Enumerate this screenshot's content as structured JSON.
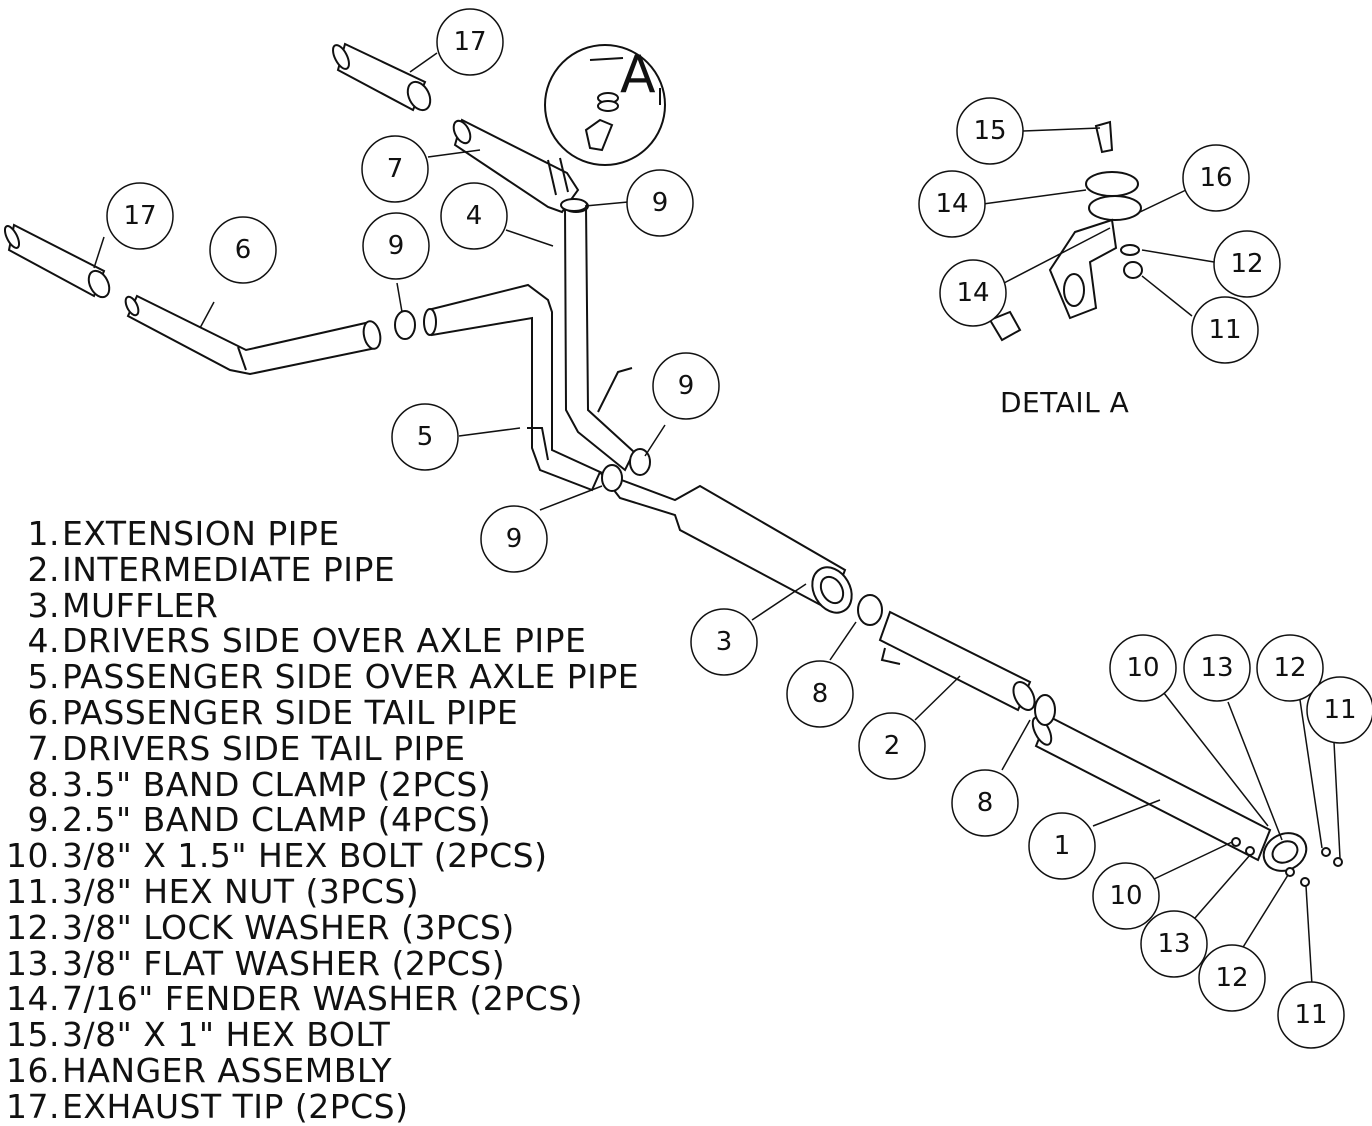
{
  "detail_marker": "A",
  "detail_caption": "DETAIL A",
  "callouts": [
    "17",
    "17",
    "7",
    "9",
    "4",
    "6",
    "9",
    "5",
    "9",
    "9",
    "3",
    "8",
    "2",
    "8",
    "1",
    "15",
    "14",
    "16",
    "14",
    "12",
    "11",
    "10",
    "13",
    "12",
    "11",
    "10",
    "13",
    "12",
    "11"
  ],
  "parts": [
    {
      "num": "1.",
      "name": "EXTENSION PIPE"
    },
    {
      "num": "2.",
      "name": "INTERMEDIATE PIPE"
    },
    {
      "num": "3.",
      "name": "MUFFLER"
    },
    {
      "num": "4.",
      "name": "DRIVERS SIDE OVER AXLE PIPE"
    },
    {
      "num": "5.",
      "name": "PASSENGER SIDE OVER AXLE PIPE"
    },
    {
      "num": "6.",
      "name": "PASSENGER SIDE TAIL PIPE"
    },
    {
      "num": "7.",
      "name": "DRIVERS SIDE TAIL PIPE"
    },
    {
      "num": "8.",
      "name": "3.5\" BAND CLAMP (2PCS)"
    },
    {
      "num": "9.",
      "name": "2.5\" BAND CLAMP (4PCS)"
    },
    {
      "num": "10.",
      "name": "3/8\" X 1.5\" HEX BOLT (2PCS)"
    },
    {
      "num": "11.",
      "name": "3/8\" HEX NUT (3PCS)"
    },
    {
      "num": "12.",
      "name": "3/8\" LOCK WASHER (3PCS)"
    },
    {
      "num": "13.",
      "name": "3/8\" FLAT WASHER (2PCS)"
    },
    {
      "num": "14.",
      "name": "7/16\" FENDER WASHER (2PCS)"
    },
    {
      "num": "15.",
      "name": "3/8\" X 1\" HEX BOLT"
    },
    {
      "num": "16.",
      "name": "HANGER ASSEMBLY"
    },
    {
      "num": "17.",
      "name": "EXHAUST TIP (2PCS)"
    }
  ]
}
